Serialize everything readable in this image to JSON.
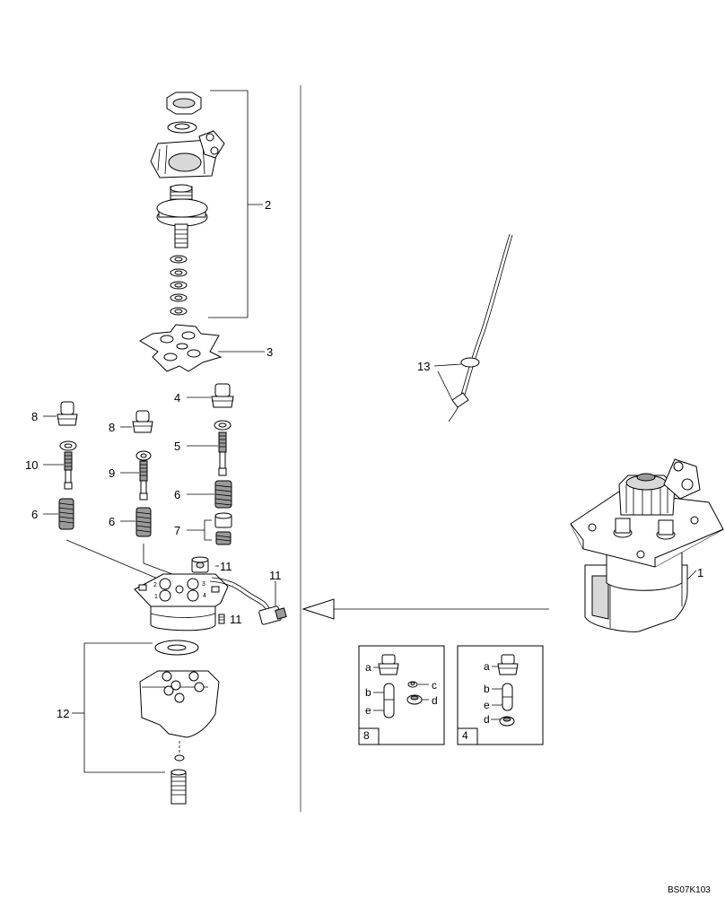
{
  "labels": {
    "l1": "1",
    "l2": "2",
    "l3": "3",
    "l4": "4",
    "l5": "5",
    "l6a": "6",
    "l6b": "6",
    "l6c": "6",
    "l7": "7",
    "l8a": "8",
    "l8b": "8",
    "l9": "9",
    "l10": "10",
    "l11a": "11",
    "l11b": "11",
    "l11c": "11",
    "l12": "12",
    "l13": "13"
  },
  "detail8": {
    "id": "8",
    "a": "a",
    "b": "b",
    "c": "c",
    "d": "d",
    "e": "e"
  },
  "detail4": {
    "id": "4",
    "a": "a",
    "b": "b",
    "d": "d",
    "e": "e"
  },
  "port_numbers": [
    "2",
    "3",
    "1",
    "4"
  ],
  "drawing_code": "BS07K103"
}
